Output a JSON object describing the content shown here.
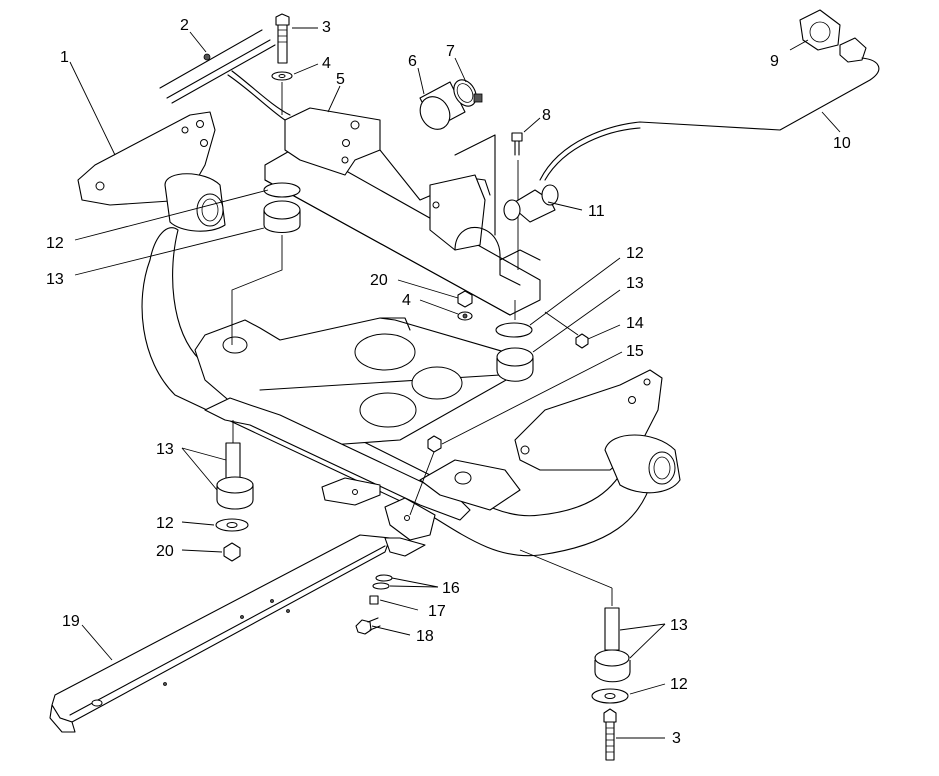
{
  "callouts": [
    {
      "id": "c1",
      "text": "1"
    },
    {
      "id": "c2",
      "text": "2"
    },
    {
      "id": "c3a",
      "text": "3"
    },
    {
      "id": "c4a",
      "text": "4"
    },
    {
      "id": "c5",
      "text": "5"
    },
    {
      "id": "c6",
      "text": "6"
    },
    {
      "id": "c7",
      "text": "7"
    },
    {
      "id": "c8",
      "text": "8"
    },
    {
      "id": "c9",
      "text": "9"
    },
    {
      "id": "c10",
      "text": "10"
    },
    {
      "id": "c11",
      "text": "11"
    },
    {
      "id": "c12a",
      "text": "12"
    },
    {
      "id": "c13a",
      "text": "13"
    },
    {
      "id": "c20a",
      "text": "20"
    },
    {
      "id": "c4b",
      "text": "4"
    },
    {
      "id": "c12b",
      "text": "12"
    },
    {
      "id": "c13b",
      "text": "13"
    },
    {
      "id": "c14",
      "text": "14"
    },
    {
      "id": "c15",
      "text": "15"
    },
    {
      "id": "c13c",
      "text": "13"
    },
    {
      "id": "c12c",
      "text": "12"
    },
    {
      "id": "c20b",
      "text": "20"
    },
    {
      "id": "c16",
      "text": "16"
    },
    {
      "id": "c17",
      "text": "17"
    },
    {
      "id": "c18",
      "text": "18"
    },
    {
      "id": "c19",
      "text": "19"
    },
    {
      "id": "c13d",
      "text": "13"
    },
    {
      "id": "c12d",
      "text": "12"
    },
    {
      "id": "c3b",
      "text": "3"
    }
  ]
}
